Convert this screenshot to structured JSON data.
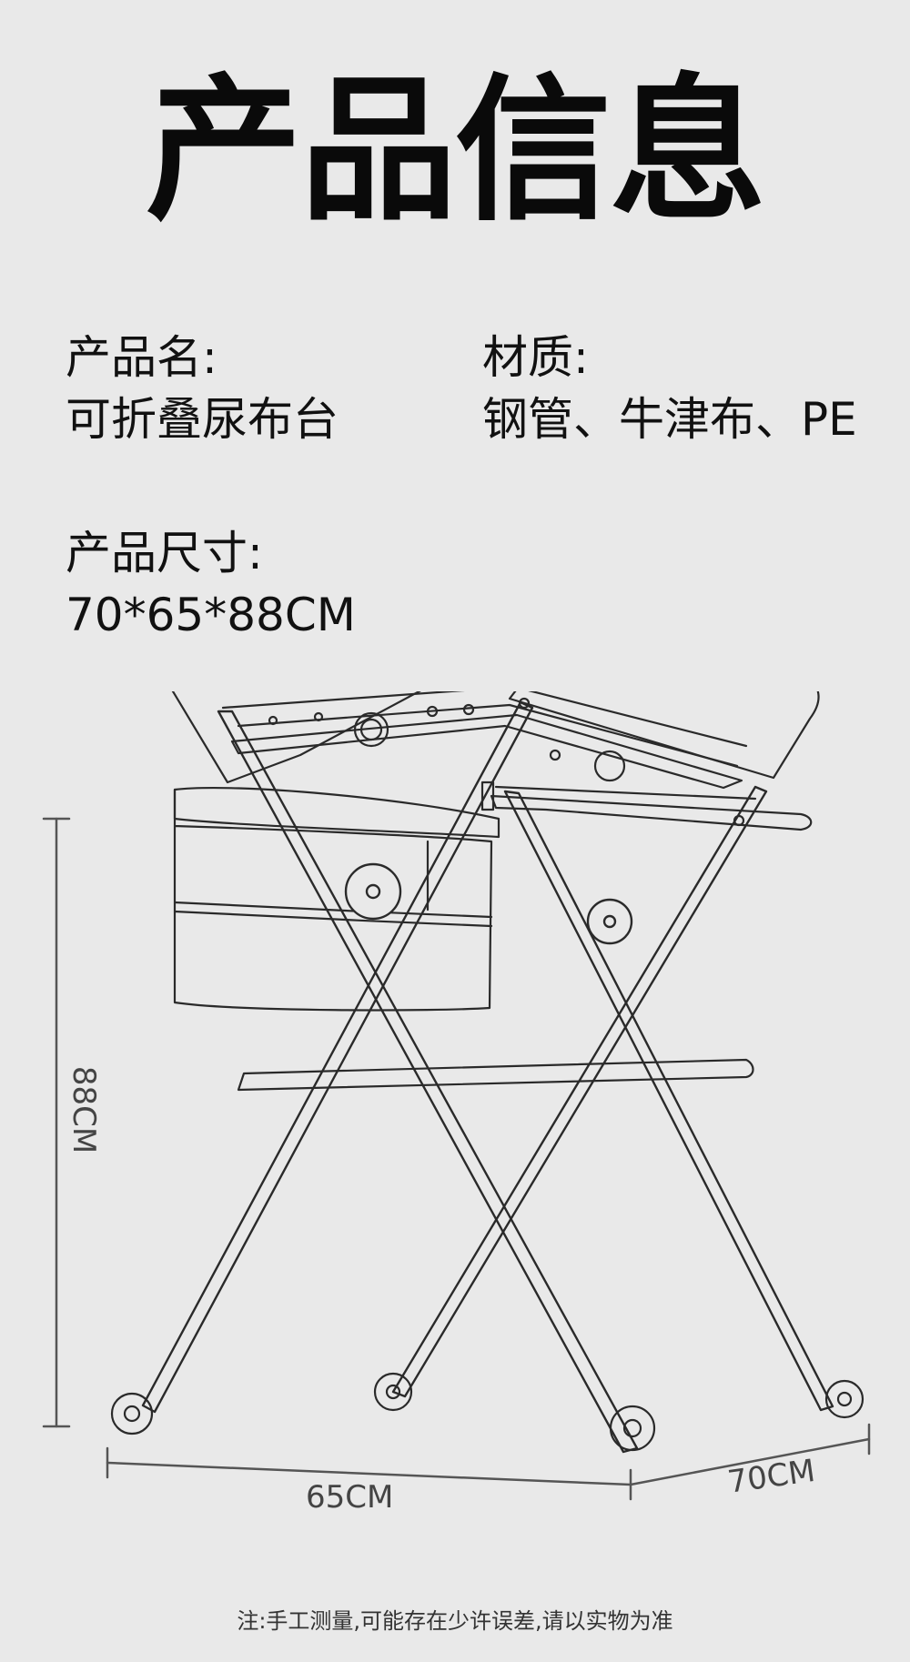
{
  "title": "产品信息",
  "product_name": {
    "label": "产品名:",
    "value": "可折叠尿布台"
  },
  "material": {
    "label": "材质:",
    "value": "钢管、牛津布、PE"
  },
  "size": {
    "label": "产品尺寸:",
    "value": "70*65*88CM"
  },
  "dimensions": {
    "width": "65CM",
    "depth": "70CM",
    "height": "88CM"
  },
  "footnote": "注:手工测量,可能存在少许误差,请以实物为准"
}
